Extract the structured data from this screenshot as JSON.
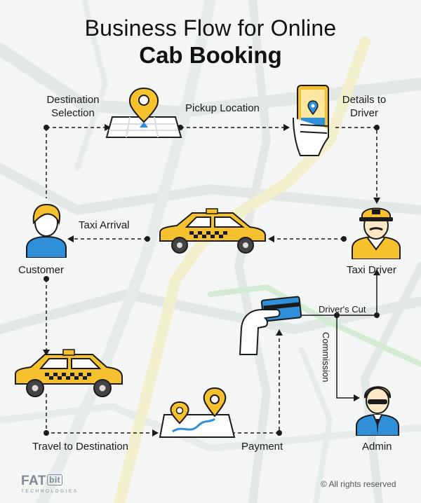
{
  "title": {
    "line1": "Business Flow for Online",
    "line2": "Cab Booking"
  },
  "labels": {
    "destination_selection": [
      "Destination",
      "Selection"
    ],
    "pickup_location": "Pickup Location",
    "details_to_driver": [
      "Details to",
      "Driver"
    ],
    "taxi_arrival": "Taxi Arrival",
    "customer": "Customer",
    "taxi_driver": "Taxi Driver",
    "drivers_cut": "Driver's Cut",
    "commission": "Commission",
    "admin": "Admin",
    "travel_to_destination": "Travel to Destination",
    "payment": "Payment"
  },
  "footer": {
    "logo_main": "FAT",
    "logo_bit": "bit",
    "logo_sub": "TECHNOLOGIES",
    "copyright": "© All rights reserved"
  },
  "colors": {
    "accent": "#f5c12e",
    "outline": "#1b1b1b",
    "blue": "#2f8fd8",
    "road": "#dfe5e3",
    "road_green": "#cfe8cf",
    "road_yellow": "#f3efc2"
  },
  "icons": [
    "map-pin-icon",
    "phone-hand-icon",
    "taxi-driver-icon",
    "taxi-car-icon",
    "customer-icon",
    "card-hand-icon",
    "admin-icon",
    "map-route-icon"
  ]
}
